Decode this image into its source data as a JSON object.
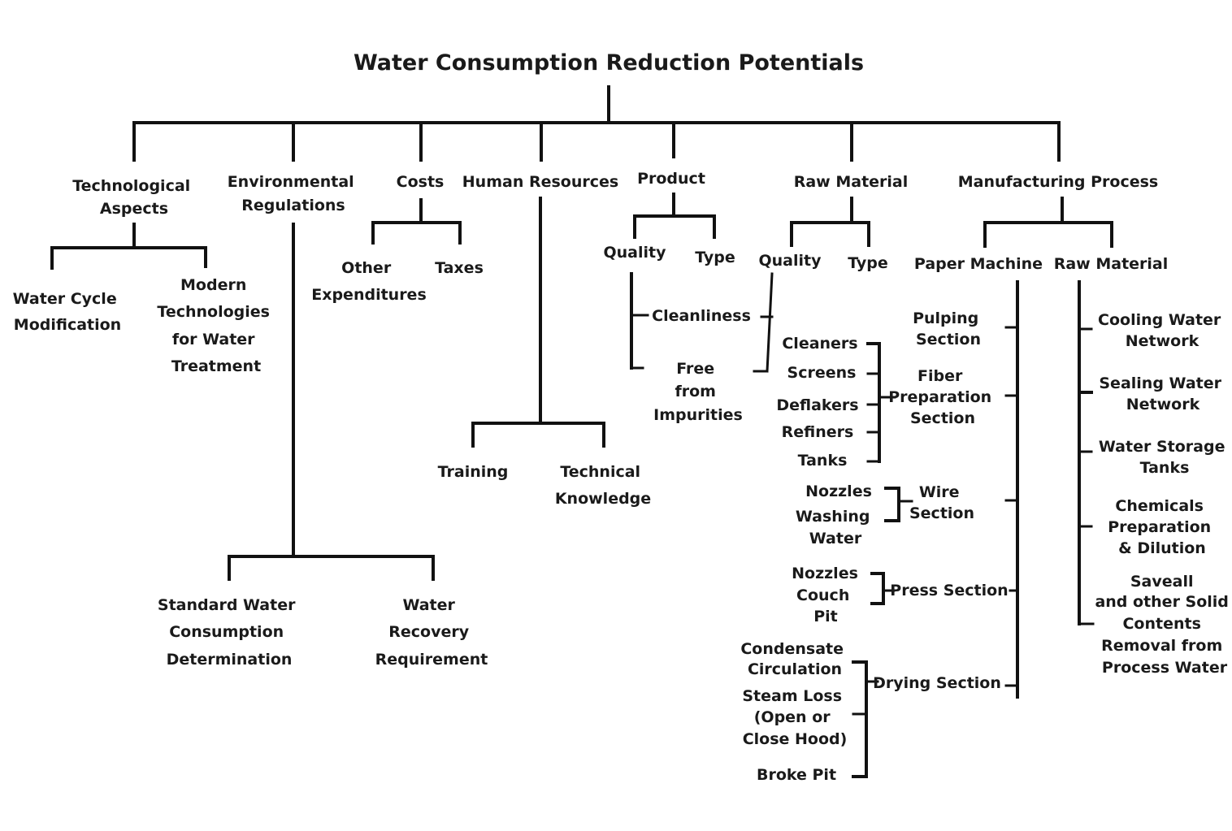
{
  "title": "Water Consumption Reduction Potentials",
  "technological": {
    "label": [
      "Technological",
      "Aspects"
    ],
    "children": [
      [
        "Water Cycle",
        "Modification"
      ],
      [
        "Modern",
        "Technologies",
        "for Water",
        "Treatment"
      ]
    ]
  },
  "environmental": {
    "label": [
      "Environmental",
      "Regulations"
    ],
    "children": [
      [
        "Standard Water",
        "Consumption",
        "Determination"
      ],
      [
        "Water",
        "Recovery",
        "Requirement"
      ]
    ]
  },
  "costs": {
    "label": "Costs",
    "children": [
      [
        "Other",
        "Expenditures"
      ],
      "Taxes"
    ]
  },
  "human": {
    "label": "Human Resources",
    "children": [
      "Training",
      [
        "Technical",
        "Knowledge"
      ]
    ]
  },
  "product": {
    "label": "Product",
    "quality": "Quality",
    "type": "Type",
    "cleanliness": "Cleanliness",
    "free": [
      "Free",
      "from",
      "Impurities"
    ]
  },
  "raw": {
    "label": "Raw Material",
    "quality": "Quality",
    "type": "Type"
  },
  "manufacturing": {
    "label": "Manufacturing Process",
    "paper_machine": "Paper Machine",
    "raw_material": "Raw Material",
    "pulping": [
      "Pulping",
      "Section"
    ],
    "fiber_items": [
      "Cleaners",
      "Screens",
      "Deflakers",
      "Refiners",
      "Tanks"
    ],
    "fiber": [
      "Fiber",
      "Preparation",
      "Section"
    ],
    "wire_items": [
      "Nozzles",
      [
        "Washing",
        "Water"
      ]
    ],
    "wire": [
      "Wire",
      "Section"
    ],
    "press_items": [
      "Nozzles",
      [
        "Couch",
        "Pit"
      ]
    ],
    "press": "Press Section",
    "drying_items": [
      [
        "Condensate",
        "Circulation"
      ],
      [
        "Steam Loss",
        "(Open or",
        "Close Hood)"
      ],
      "Broke Pit"
    ],
    "drying": "Drying Section",
    "raw_items": [
      [
        "Cooling Water",
        "Network"
      ],
      [
        "Sealing Water",
        "Network"
      ],
      [
        "Water Storage",
        "Tanks"
      ],
      [
        "Chemicals",
        "Preparation",
        "& Dilution"
      ],
      [
        "Saveall",
        "and other Solid",
        "Contents",
        "Removal from",
        "Process Water"
      ]
    ]
  }
}
